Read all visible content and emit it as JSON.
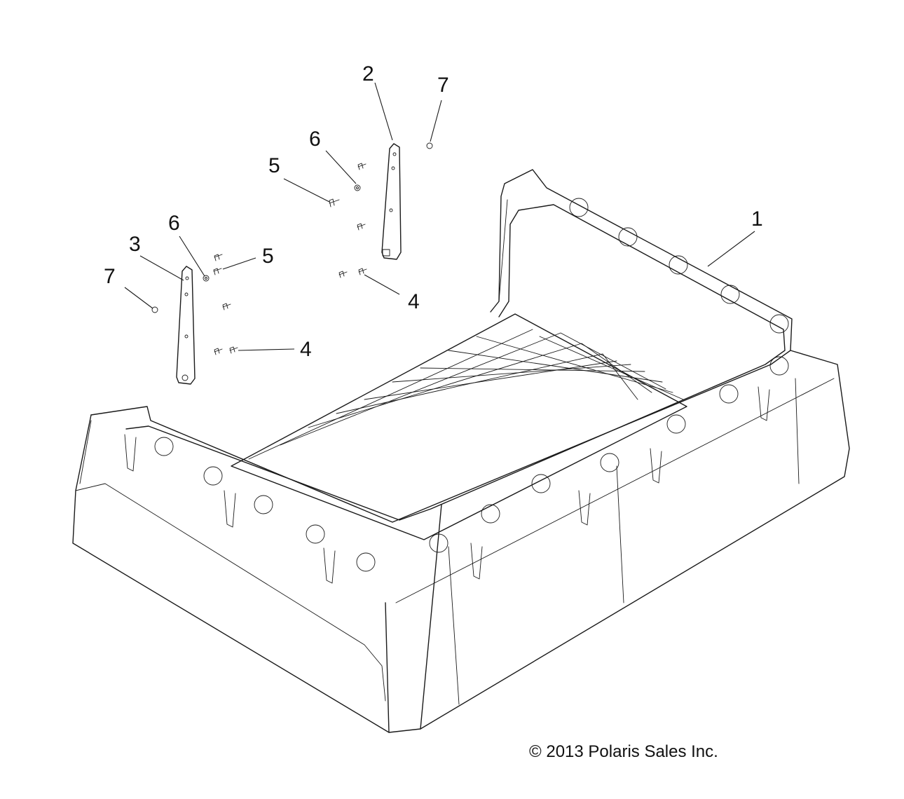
{
  "callouts": {
    "c1": "1",
    "c2": "2",
    "c3": "3",
    "c4a": "4",
    "c4b": "4",
    "c5a": "5",
    "c5b": "5",
    "c6a": "6",
    "c6b": "6",
    "c7a": "7",
    "c7b": "7"
  },
  "copyright": "© 2013 Polaris Sales Inc.",
  "colors": {
    "line": "#1a1a1a",
    "background": "#ffffff"
  }
}
